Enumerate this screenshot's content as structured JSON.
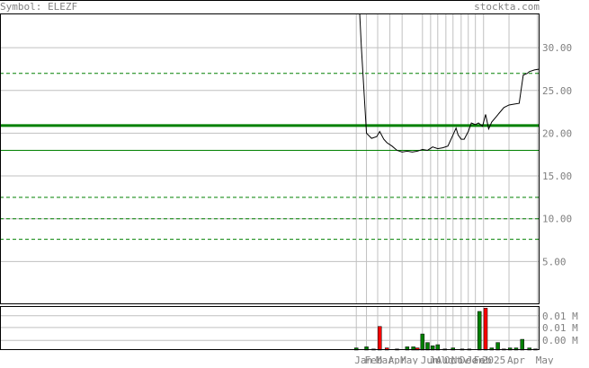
{
  "header": {
    "symbol_label": "Symbol: ELEZF",
    "site": "stockta.com"
  },
  "colors": {
    "price_line": "#000000",
    "frame": "#000000",
    "grid": "#c0c0c0",
    "resistance": "#008000",
    "support_dashed": "#008000",
    "volume_up": "#008000",
    "volume_down": "#ff0000",
    "axis_text": "#808080"
  },
  "chart_data": [
    {
      "type": "line",
      "title": "",
      "series": [
        {
          "values": [
            [
              0.0,
              40.0
            ],
            [
              0.25,
              36.0
            ],
            [
              0.5,
              30.0
            ],
            [
              1.0,
              20.0
            ],
            [
              1.5,
              19.4
            ],
            [
              2.0,
              19.6
            ],
            [
              2.3,
              20.2
            ],
            [
              2.7,
              19.3
            ],
            [
              3.0,
              18.9
            ],
            [
              3.5,
              18.5
            ],
            [
              4.0,
              18.0
            ],
            [
              4.5,
              17.8
            ],
            [
              5.0,
              17.9
            ],
            [
              5.5,
              17.8
            ],
            [
              6.0,
              17.9
            ],
            [
              6.5,
              18.1
            ],
            [
              7.0,
              18.0
            ],
            [
              7.5,
              18.4
            ],
            [
              8.0,
              18.2
            ],
            [
              8.5,
              18.3
            ],
            [
              9.0,
              18.5
            ],
            [
              9.5,
              19.8
            ],
            [
              9.8,
              20.6
            ],
            [
              10.0,
              19.8
            ],
            [
              10.3,
              19.3
            ],
            [
              10.6,
              19.3
            ],
            [
              11.0,
              20.2
            ],
            [
              11.3,
              21.2
            ],
            [
              11.7,
              21.0
            ],
            [
              12.0,
              21.2
            ],
            [
              12.4,
              20.8
            ],
            [
              12.7,
              22.2
            ],
            [
              13.0,
              20.5
            ],
            [
              13.3,
              21.3
            ],
            [
              13.8,
              22.0
            ],
            [
              14.0,
              22.3
            ],
            [
              14.5,
              23.0
            ],
            [
              15.0,
              23.3
            ],
            [
              15.5,
              23.4
            ],
            [
              16.0,
              23.5
            ],
            [
              16.4,
              26.8
            ],
            [
              16.8,
              27.0
            ],
            [
              17.0,
              27.2
            ],
            [
              17.5,
              27.4
            ],
            [
              18.0,
              27.5
            ]
          ]
        }
      ],
      "x_tick_labels": [
        "Jan",
        "Feb",
        "Mar",
        "Apr",
        "May",
        "Jun",
        "Jul",
        "Aug",
        "Oct",
        "Nov",
        "Dec",
        "Jan",
        "Feb",
        "2025",
        "Apr",
        "May"
      ],
      "x_tick_positions": [
        0.0,
        1.0,
        2.1,
        3.3,
        4.5,
        6.5,
        7.3,
        8.0,
        8.8,
        9.5,
        10.3,
        11.0,
        11.7,
        12.5,
        15.0,
        17.8
      ],
      "x_range": [
        -35.0,
        18.0
      ],
      "y_tick_labels": [
        "30.00",
        "25.00",
        "20.00",
        "15.00",
        "10.00",
        "5.00"
      ],
      "y_ticks": [
        30,
        25,
        20,
        15,
        10,
        5
      ],
      "ylim": [
        0.0,
        34.0
      ],
      "levels": [
        {
          "kind": "resistance",
          "value": 20.9
        },
        {
          "kind": "support",
          "value": 18.0
        },
        {
          "kind": "dashed",
          "value": 27.0
        },
        {
          "kind": "dashed",
          "value": 12.5
        },
        {
          "kind": "dashed",
          "value": 10.0
        },
        {
          "kind": "dashed",
          "value": 7.6
        }
      ],
      "grid": true
    },
    {
      "type": "bar",
      "title": "",
      "y_tick_labels": [
        "0.01 M",
        "0.01 M",
        "0.00 M"
      ],
      "y_tick_values": [
        0.0032,
        0.0021,
        0.0009
      ],
      "ylim": [
        0.0,
        0.0041
      ],
      "bars": [
        {
          "x": 0.0,
          "value": 0.0002,
          "direction": "up"
        },
        {
          "x": 1.0,
          "value": 0.0003,
          "direction": "up"
        },
        {
          "x": 1.7,
          "value": 0.0001,
          "direction": "up"
        },
        {
          "x": 2.3,
          "value": 0.0022,
          "direction": "down"
        },
        {
          "x": 3.0,
          "value": 0.0002,
          "direction": "down"
        },
        {
          "x": 4.0,
          "value": 0.0001,
          "direction": "up"
        },
        {
          "x": 5.0,
          "value": 0.0003,
          "direction": "up"
        },
        {
          "x": 5.6,
          "value": 0.0003,
          "direction": "up"
        },
        {
          "x": 6.0,
          "value": 0.0002,
          "direction": "down"
        },
        {
          "x": 6.5,
          "value": 0.0015,
          "direction": "up"
        },
        {
          "x": 7.0,
          "value": 0.0007,
          "direction": "up"
        },
        {
          "x": 7.5,
          "value": 0.0004,
          "direction": "up"
        },
        {
          "x": 8.0,
          "value": 0.0005,
          "direction": "up"
        },
        {
          "x": 8.7,
          "value": 0.0001,
          "direction": "up"
        },
        {
          "x": 9.5,
          "value": 0.0002,
          "direction": "up"
        },
        {
          "x": 10.4,
          "value": 0.0001,
          "direction": "up"
        },
        {
          "x": 11.1,
          "value": 0.0001,
          "direction": "up"
        },
        {
          "x": 12.1,
          "value": 0.0036,
          "direction": "up"
        },
        {
          "x": 12.7,
          "value": 0.0039,
          "direction": "down"
        },
        {
          "x": 13.3,
          "value": 0.0002,
          "direction": "up"
        },
        {
          "x": 13.9,
          "value": 0.0007,
          "direction": "up"
        },
        {
          "x": 14.5,
          "value": 0.0001,
          "direction": "down"
        },
        {
          "x": 15.1,
          "value": 0.0002,
          "direction": "up"
        },
        {
          "x": 15.7,
          "value": 0.0002,
          "direction": "up"
        },
        {
          "x": 16.3,
          "value": 0.001,
          "direction": "up"
        },
        {
          "x": 17.0,
          "value": 0.0002,
          "direction": "up"
        },
        {
          "x": 17.6,
          "value": 0.0001,
          "direction": "up"
        }
      ]
    }
  ]
}
